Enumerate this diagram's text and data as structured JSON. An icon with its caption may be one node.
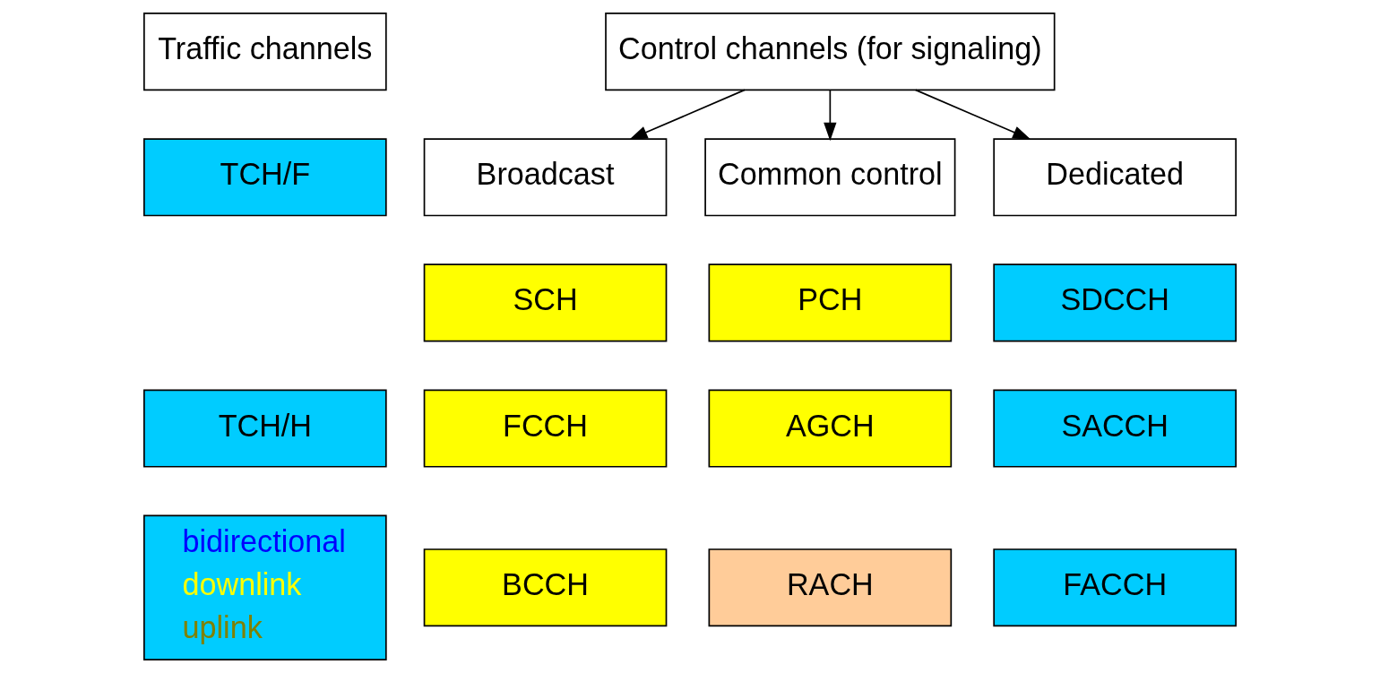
{
  "diagram": {
    "nodes": [
      {
        "text": [
          "Traffic channels"
        ]
      },
      {
        "text": [
          "TCH/F"
        ]
      },
      {
        "text": [
          "TCH/H"
        ]
      },
      {
        "text": [
          "Control channels (for signaling)"
        ]
      },
      {
        "text": [
          "Broadcast"
        ]
      },
      {
        "text": [
          "Common control"
        ]
      },
      {
        "text": [
          "Dedicated"
        ]
      },
      {
        "text": [
          "SCH"
        ]
      },
      {
        "text": [
          "FCCH"
        ]
      },
      {
        "text": [
          "BCCH"
        ]
      },
      {
        "text": [
          "PCH"
        ]
      },
      {
        "text": [
          "AGCH"
        ]
      },
      {
        "text": [
          "RACH"
        ]
      },
      {
        "text": [
          "SDCCH"
        ]
      },
      {
        "text": [
          "SACCH"
        ]
      },
      {
        "text": [
          "FACCH"
        ]
      }
    ],
    "edges": [
      {
        "from": 3,
        "to": 4,
        "arrow": "to"
      },
      {
        "from": 3,
        "to": 5,
        "arrow": "to"
      },
      {
        "from": 3,
        "to": 6,
        "arrow": "to"
      }
    ],
    "legend": [
      {
        "text": "bidirectional",
        "color": "#0000ff"
      },
      {
        "text": "downlink",
        "color": "#ffff00"
      },
      {
        "text": "uplink",
        "color": "#808000"
      }
    ]
  }
}
